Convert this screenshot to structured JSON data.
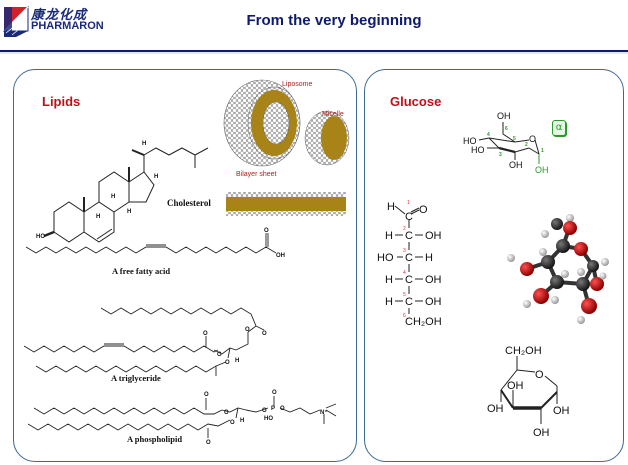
{
  "header": {
    "logo_cn": "康龙化成",
    "logo_en": "PHARMARON",
    "title": "From the very beginning",
    "brand_colors": {
      "navy": "#0e1a6e",
      "red": "#d42028"
    }
  },
  "lipids_panel": {
    "title": "Lipids",
    "structures": {
      "cholesterol": "Cholesterol",
      "cholesterol_ho": "HO",
      "fatty_acid": "A free fatty acid",
      "triglyceride": "A triglyceride",
      "phospholipid": "A phospholipid"
    },
    "atoms": {
      "H": "H",
      "O": "O",
      "OH": "OH",
      "HO": "HO",
      "P": "P",
      "N": "N⁺"
    },
    "assemblies": {
      "liposome": "Liposome",
      "micelle": "Micelle",
      "bilayer": "Bilayer sheet"
    }
  },
  "glucose_panel": {
    "title": "Glucose",
    "anomer_badge": "α",
    "haworth_labels": {
      "oh_top": "OH",
      "ho_left": "HO",
      "ho_left2": "HO",
      "oh_bottom": "OH",
      "oh_anomeric": "OH",
      "ring_o": "O"
    },
    "haworth_numbers": [
      "1",
      "2",
      "3",
      "4",
      "5",
      "6"
    ],
    "fischer": {
      "c1": {
        "left": "H",
        "right": "O"
      },
      "rows": [
        {
          "num": "2",
          "left": "H",
          "right": "OH"
        },
        {
          "num": "3",
          "left": "HO",
          "right": "H"
        },
        {
          "num": "4",
          "left": "H",
          "right": "OH"
        },
        {
          "num": "5",
          "left": "H",
          "right": "OH"
        }
      ],
      "c6": {
        "num": "6",
        "text": "CH₂OH"
      },
      "numbers": [
        "1",
        "2",
        "3",
        "4",
        "5",
        "6"
      ],
      "carbon": "C"
    },
    "chair": {
      "ch2oh": "CH₂OH",
      "ring_o": "O",
      "oh_labels": [
        "OH",
        "OH",
        "OH",
        "OH"
      ]
    }
  }
}
